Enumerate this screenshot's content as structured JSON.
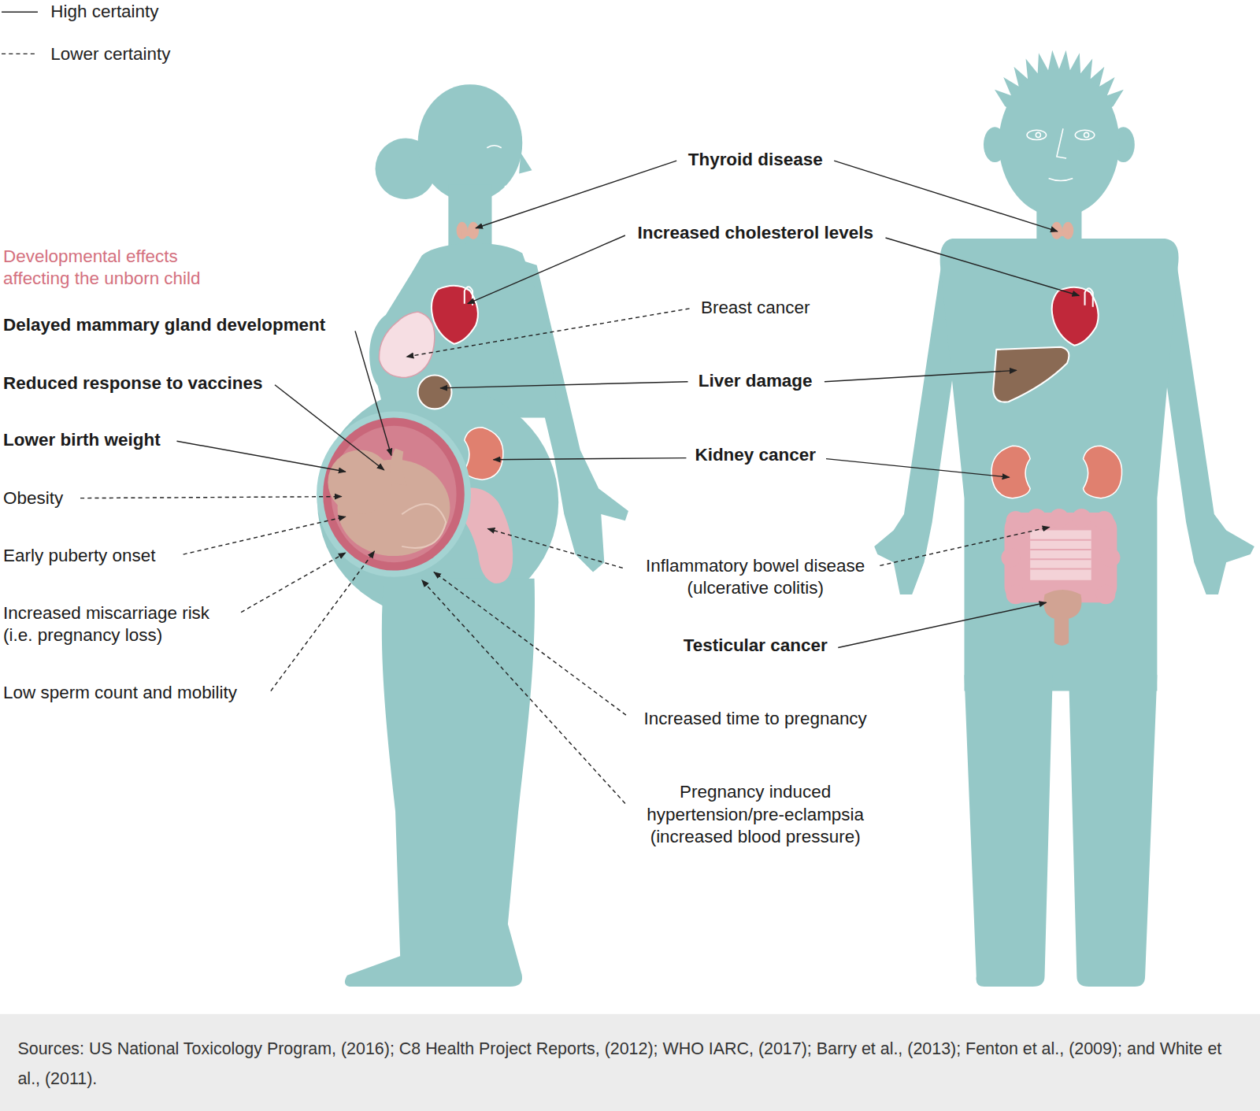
{
  "diagram": {
    "caption": "Sources: US National Toxicology Program, (2016); C8 Health Project Reports, (2012); WHO IARC, (2017); Barry et al., (2013); Fenton et al., (2009); and White et al., (2011).",
    "labels": [
      "Thyroid disease",
      "Increased cholesterol levels",
      "Breast cancer",
      "Liver damage",
      "Kidney cancer",
      "Inflammatory bowel disease (ulcerative colitis)",
      "Testicular cancer",
      "Increased time to pregnancy",
      "Pregnancy induced hypertension/pre-eclampsia (increased blood pressure)",
      "Developmental effects affecting the unborn child",
      "Delayed mammary gland development",
      "Reduced response to vaccines",
      "Lower birth weight",
      "Obesity",
      "Early puberty onset",
      "Increased miscarriage risk (i.e. pregnancy loss)",
      "Low sperm count and mobility"
    ],
    "legend": [
      {
        "text": "High certainty"
      },
      {
        "text": "Lower certainty"
      }
    ]
  }
}
